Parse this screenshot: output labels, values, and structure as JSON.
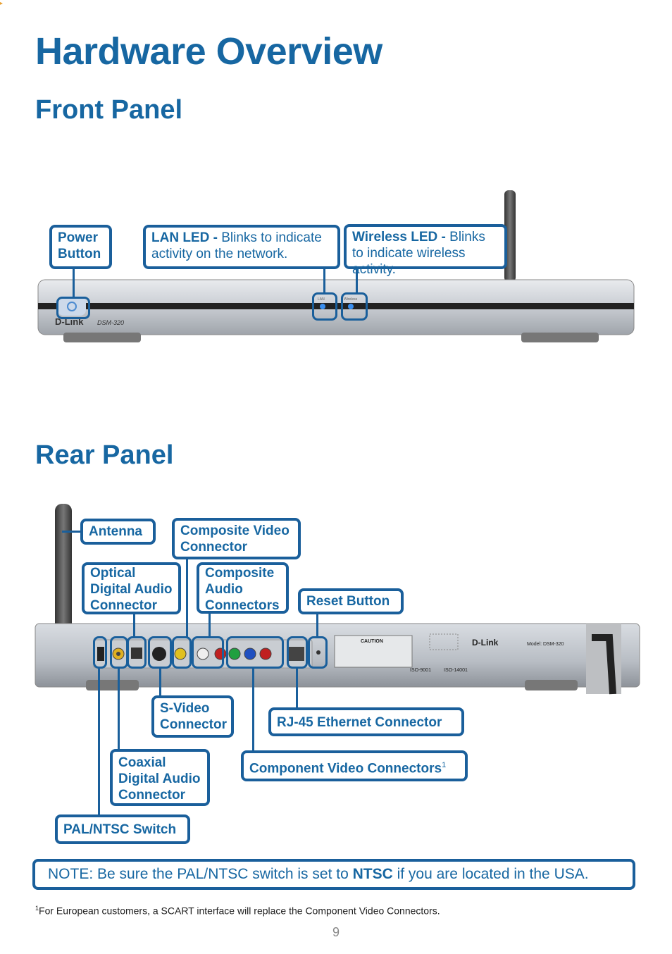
{
  "title": "Hardware Overview",
  "front_panel": {
    "heading": "Front Panel",
    "power": "Power Button",
    "lan_label": "LAN LED - ",
    "lan_desc": "Blinks to indicate activity on the network.",
    "wireless_label": "Wireless LED - ",
    "wireless_desc": "Blinks to indicate wireless activity.",
    "brand": "D-Link",
    "model": "DSM-320",
    "led_lan": "LAN",
    "led_wireless": "Wireless"
  },
  "rear_panel": {
    "heading": "Rear Panel",
    "antenna": "Antenna",
    "composite_video": "Composite Video Connector",
    "optical": "Optical Digital Audio Connector",
    "composite_audio": "Composite Audio Connectors",
    "reset": "Reset Button",
    "svideo": "S-Video Connector",
    "rj45": "RJ-45 Ethernet Connector",
    "coaxial": "Coaxial Digital Audio Connector",
    "component": "Component Video Connectors",
    "component_sup": "1",
    "pal": "PAL/NTSC Switch",
    "caution": "CAUTION",
    "brand": "D-Link",
    "model_line": "Model: DSM-320",
    "iso1": "ISO-9001",
    "iso2": "ISO-14001"
  },
  "note": {
    "prefix": "NOTE: Be sure the PAL/NTSC switch is set to ",
    "bold": "NTSC",
    "suffix": " if you are located in the USA."
  },
  "footnote": {
    "sup": "1",
    "text": "For European customers, a SCART interface will replace the Component Video Connectors."
  },
  "page_number": "9",
  "colors": {
    "accent": "#1767a2",
    "border": "#1a5f9b"
  }
}
